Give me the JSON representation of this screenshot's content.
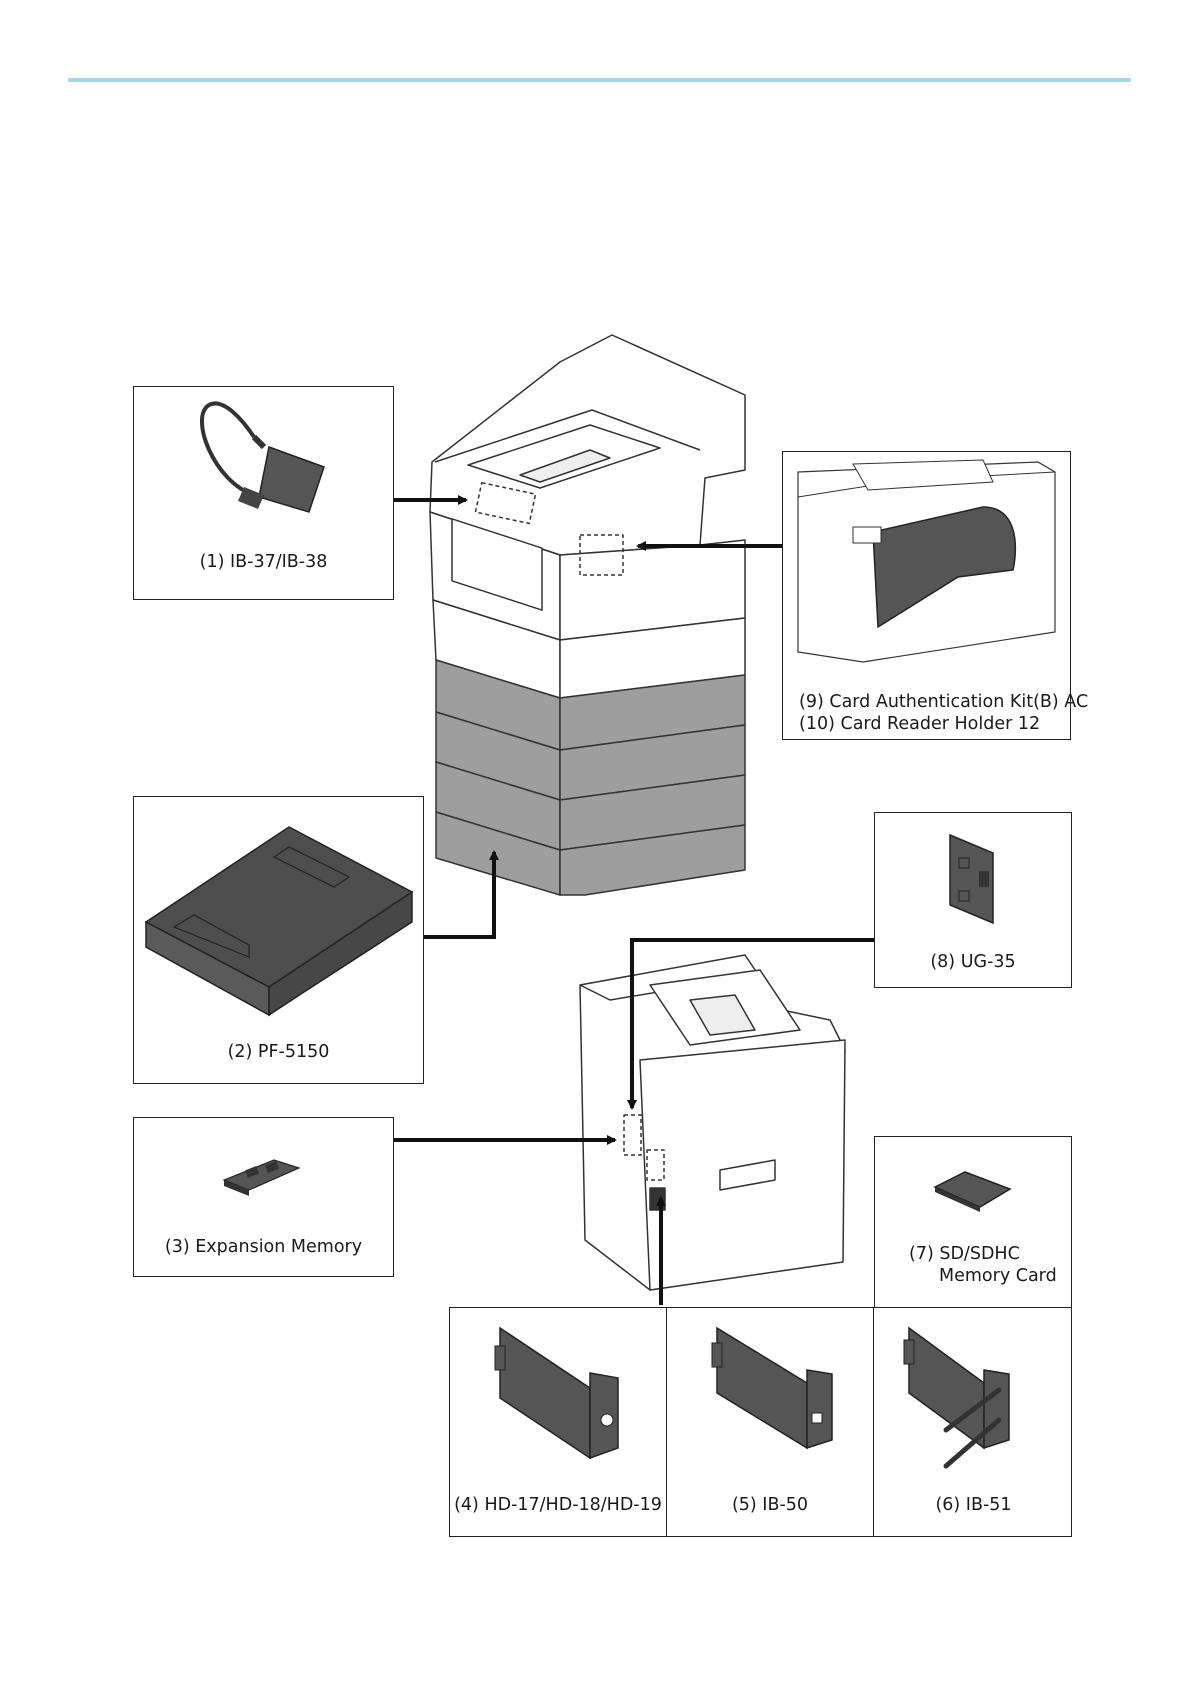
{
  "options": [
    {
      "id": "ib37",
      "label": "(1) IB-37/IB-38"
    },
    {
      "id": "pf5150",
      "label": "(2) PF-5150"
    },
    {
      "id": "memory",
      "label": "(3) Expansion Memory"
    },
    {
      "id": "hd",
      "label": "(4) HD-17/HD-18/HD-19"
    },
    {
      "id": "ib50",
      "label": "(5) IB-50"
    },
    {
      "id": "ib51",
      "label": "(6) IB-51"
    },
    {
      "id": "sd",
      "label_line1": "(7) SD/SDHC",
      "label_line2": "Memory Card"
    },
    {
      "id": "ug35",
      "label": "(8) UG-35"
    },
    {
      "id": "card",
      "label_line1": "(9) Card Authentication Kit(B) AC",
      "label_line2": "(10) Card Reader Holder 12"
    }
  ],
  "colors": {
    "header_rule": "#a9d5e6",
    "paper_feeder": "#9e9e9e",
    "part_dark": "#505050",
    "outline": "#222222"
  }
}
